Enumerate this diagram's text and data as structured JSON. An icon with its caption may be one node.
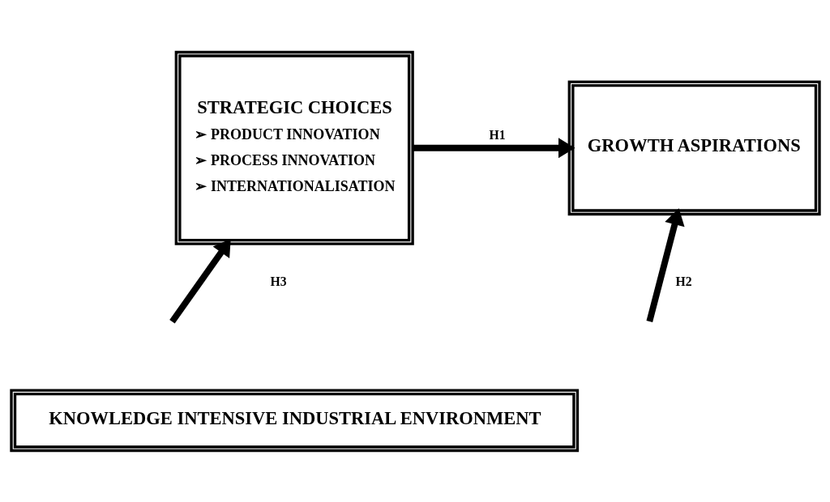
{
  "diagram": {
    "nodes": [
      {
        "text": [
          "STRATEGIC CHOICES",
          "➢ PRODUCT INNOVATION",
          "➢ PROCESS INNOVATION",
          "➢ INTERNATIONALISATION"
        ]
      },
      {
        "text": [
          "GROWTH ASPIRATIONS"
        ]
      },
      {
        "text": [
          "KNOWLEDGE INTENSIVE INDUSTRIAL ENVIRONMENT"
        ]
      }
    ],
    "edges": [
      {
        "from": 0,
        "to": 1,
        "arrow": "to",
        "label": "H1"
      },
      {
        "from": null,
        "to": 1,
        "arrow": "to",
        "label": "H2"
      },
      {
        "from": null,
        "to": 0,
        "arrow": "to",
        "label": "H3"
      }
    ]
  }
}
